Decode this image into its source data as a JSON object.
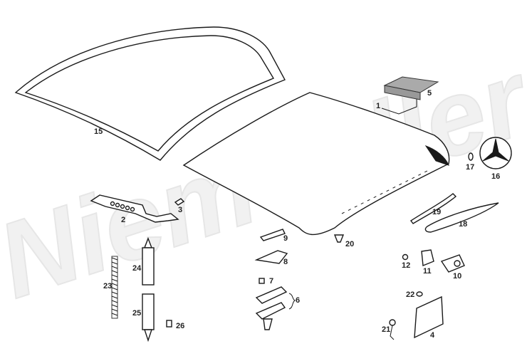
{
  "diagram": {
    "watermark": "Niemoeller",
    "part_labels": {
      "p1": "1",
      "p2": "2",
      "p3": "3",
      "p4": "4",
      "p5": "5",
      "p6": "6",
      "p7": "7",
      "p8": "8",
      "p9": "9",
      "p10": "10",
      "p11": "11",
      "p12": "12",
      "p15": "15",
      "p16": "16",
      "p17": "17",
      "p18": "18",
      "p19": "19",
      "p20": "20",
      "p21": "21",
      "p22": "22",
      "p23": "23",
      "p24": "24",
      "p25": "25",
      "p26": "26"
    }
  }
}
